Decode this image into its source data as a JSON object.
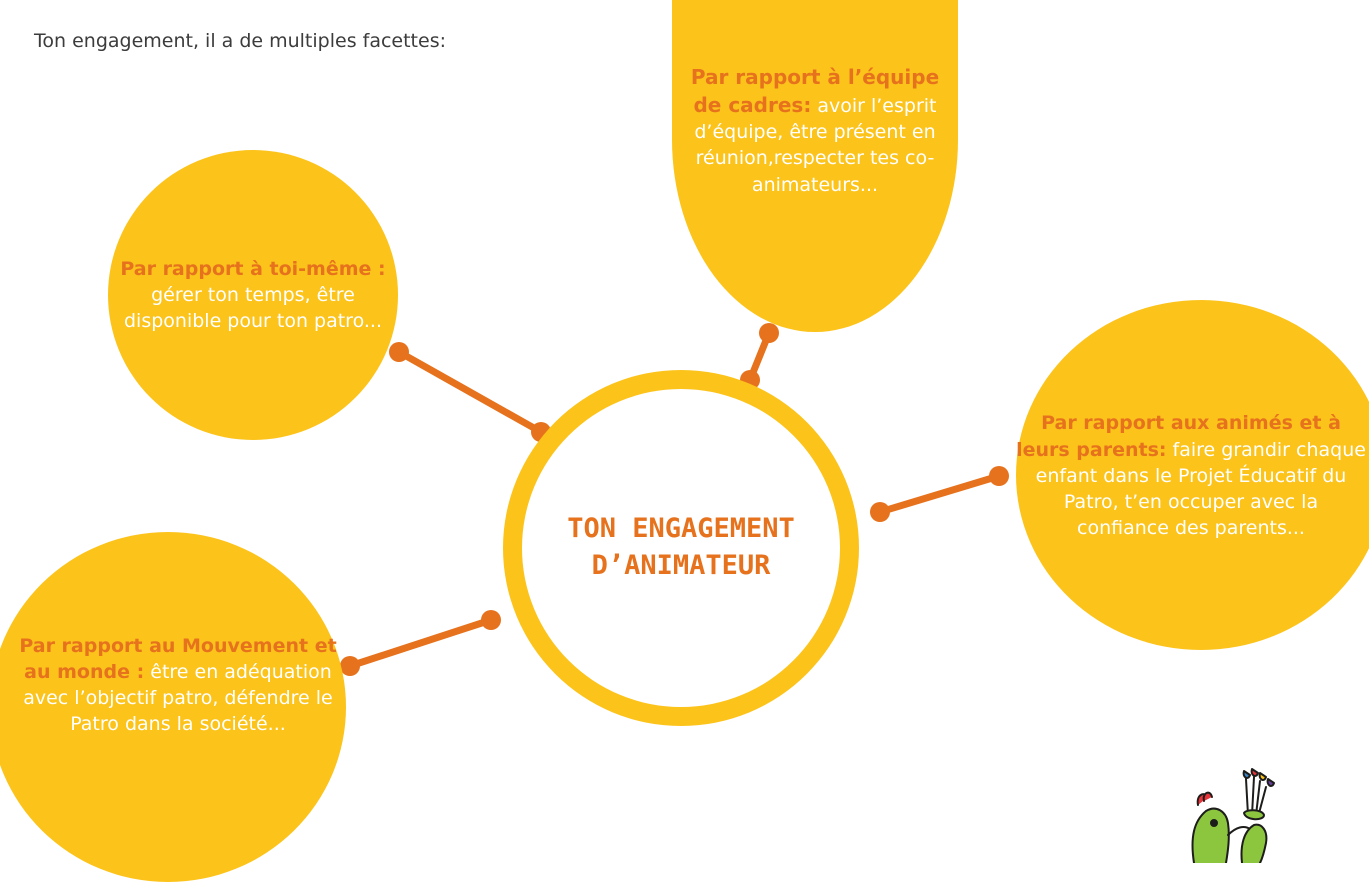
{
  "intro": "Ton engagement, il a de multiples facettes:",
  "center": {
    "line1": "TON ENGAGEMENT",
    "line2": "D’ANIMATEUR"
  },
  "facets": {
    "self": {
      "heading": "Par rapport à toi-même :",
      "body": " gérer ton temps, être disponible pour ton patro..."
    },
    "team": {
      "heading": "Par rapport à l’équipe de cadres:",
      "body": " avoir l’esprit d’équipe, être présent en réunion,respecter tes co-animateurs..."
    },
    "kids": {
      "heading": "Par rapport aux animés et à leurs parents:",
      "body": " faire grandir chaque enfant dans le Projet Éducatif du Patro, t’en occuper avec la confiance des parents..."
    },
    "world": {
      "heading": "Par rapport au Mouvement et au monde :",
      "body": " être en adéquation avec l’objectif patro, défendre le Patro dans la société..."
    }
  },
  "colors": {
    "bubble": "#fcc31b",
    "accent": "#e6721d",
    "text": "#3c3c3c"
  }
}
